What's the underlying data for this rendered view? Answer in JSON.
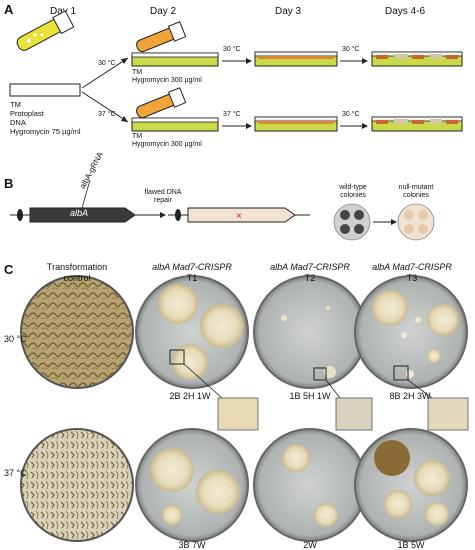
{
  "panel_a": {
    "letter": "A",
    "days": [
      "Day 1",
      "Day 2",
      "Day 3",
      "Days 4-6"
    ],
    "day1_labels": [
      "TM",
      "Protoplast",
      "DNA",
      "Hygromycin 75 µg/ml"
    ],
    "temps": {
      "t30": "30 °C",
      "t37": "37 °C"
    },
    "tm_label": "TM",
    "hyg_label": "Hygromycin 300 µg/ml",
    "arrow_temp_30": "30 °C",
    "arrow_temp_37": "37 °C"
  },
  "panel_b": {
    "letter": "B",
    "gene": "albA",
    "grna": "albA-gRNA",
    "repair": "flawed DNA repair",
    "wild_type": "wild-type colonies",
    "null_mutant": "null-mutant colonies"
  },
  "panel_c": {
    "letter": "C",
    "headers": [
      {
        "line1": "Transformation",
        "line2": "control",
        "italic": false
      },
      {
        "line1": "albA Mad7-CRISPR",
        "line2": "T1",
        "italic": true
      },
      {
        "line1": "albA Mad7-CRISPR",
        "line2": "T2",
        "italic": true
      },
      {
        "line1": "albA Mad7-CRISPR",
        "line2": "T3",
        "italic": true
      }
    ],
    "row_temps": [
      "30 °C",
      "37 °C"
    ],
    "counts_30": [
      "",
      "2B 2H 1W",
      "1B 5H 1W",
      "8B 2H 3W"
    ],
    "counts_37": [
      "",
      "3B 7W",
      "2W",
      "1B 5W"
    ],
    "colors": {
      "tan": "#e8dfc6",
      "dark": "#7a6a3e",
      "plate": "#bfc3c2"
    }
  }
}
